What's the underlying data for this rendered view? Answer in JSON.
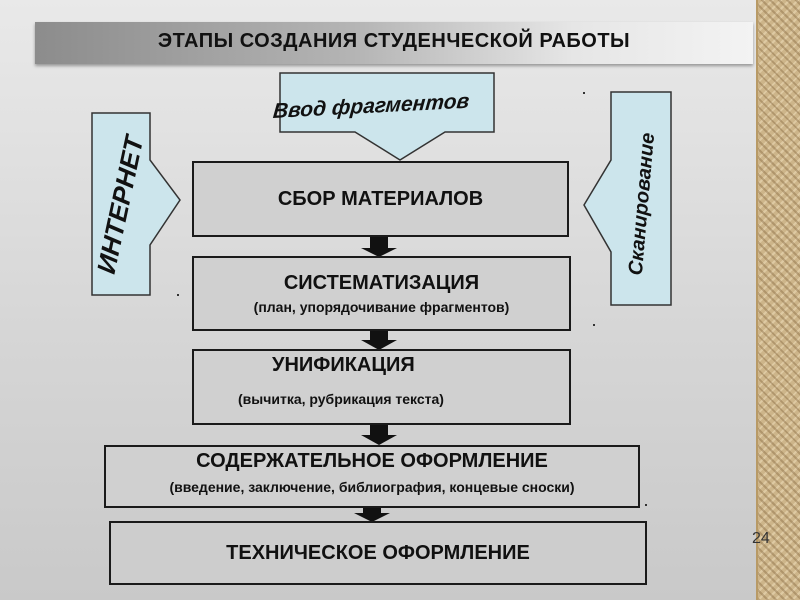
{
  "title": "ЭТАПЫ СОЗДАНИЯ СТУДЕНЧЕСКОЙ РАБОТЫ",
  "inputs": {
    "top": "Ввод фрагментов",
    "left": "ИНТЕРНЕТ",
    "right": "Сканирование"
  },
  "stages": [
    {
      "label": "СБОР МАТЕРИАЛОВ",
      "sub": ""
    },
    {
      "label": "СИСТЕМАТИЗАЦИЯ",
      "sub": "(план, упорядочивание фрагментов)"
    },
    {
      "label": "УНИФИКАЦИЯ",
      "sub": "(вычитка, рубрикация текста)"
    },
    {
      "label": "СОДЕРЖАТЕЛЬНОЕ ОФОРМЛЕНИЕ",
      "sub": "(введение, заключение, библиография, концевые сноски)"
    },
    {
      "label": "ТЕХНИЧЕСКОЕ ОФОРМЛЕНИЕ",
      "sub": ""
    }
  ],
  "page_number": "24",
  "colors": {
    "callout_fill": "#cce5ec",
    "box_fill": "#d0d0d0",
    "arrow": "#111111"
  }
}
